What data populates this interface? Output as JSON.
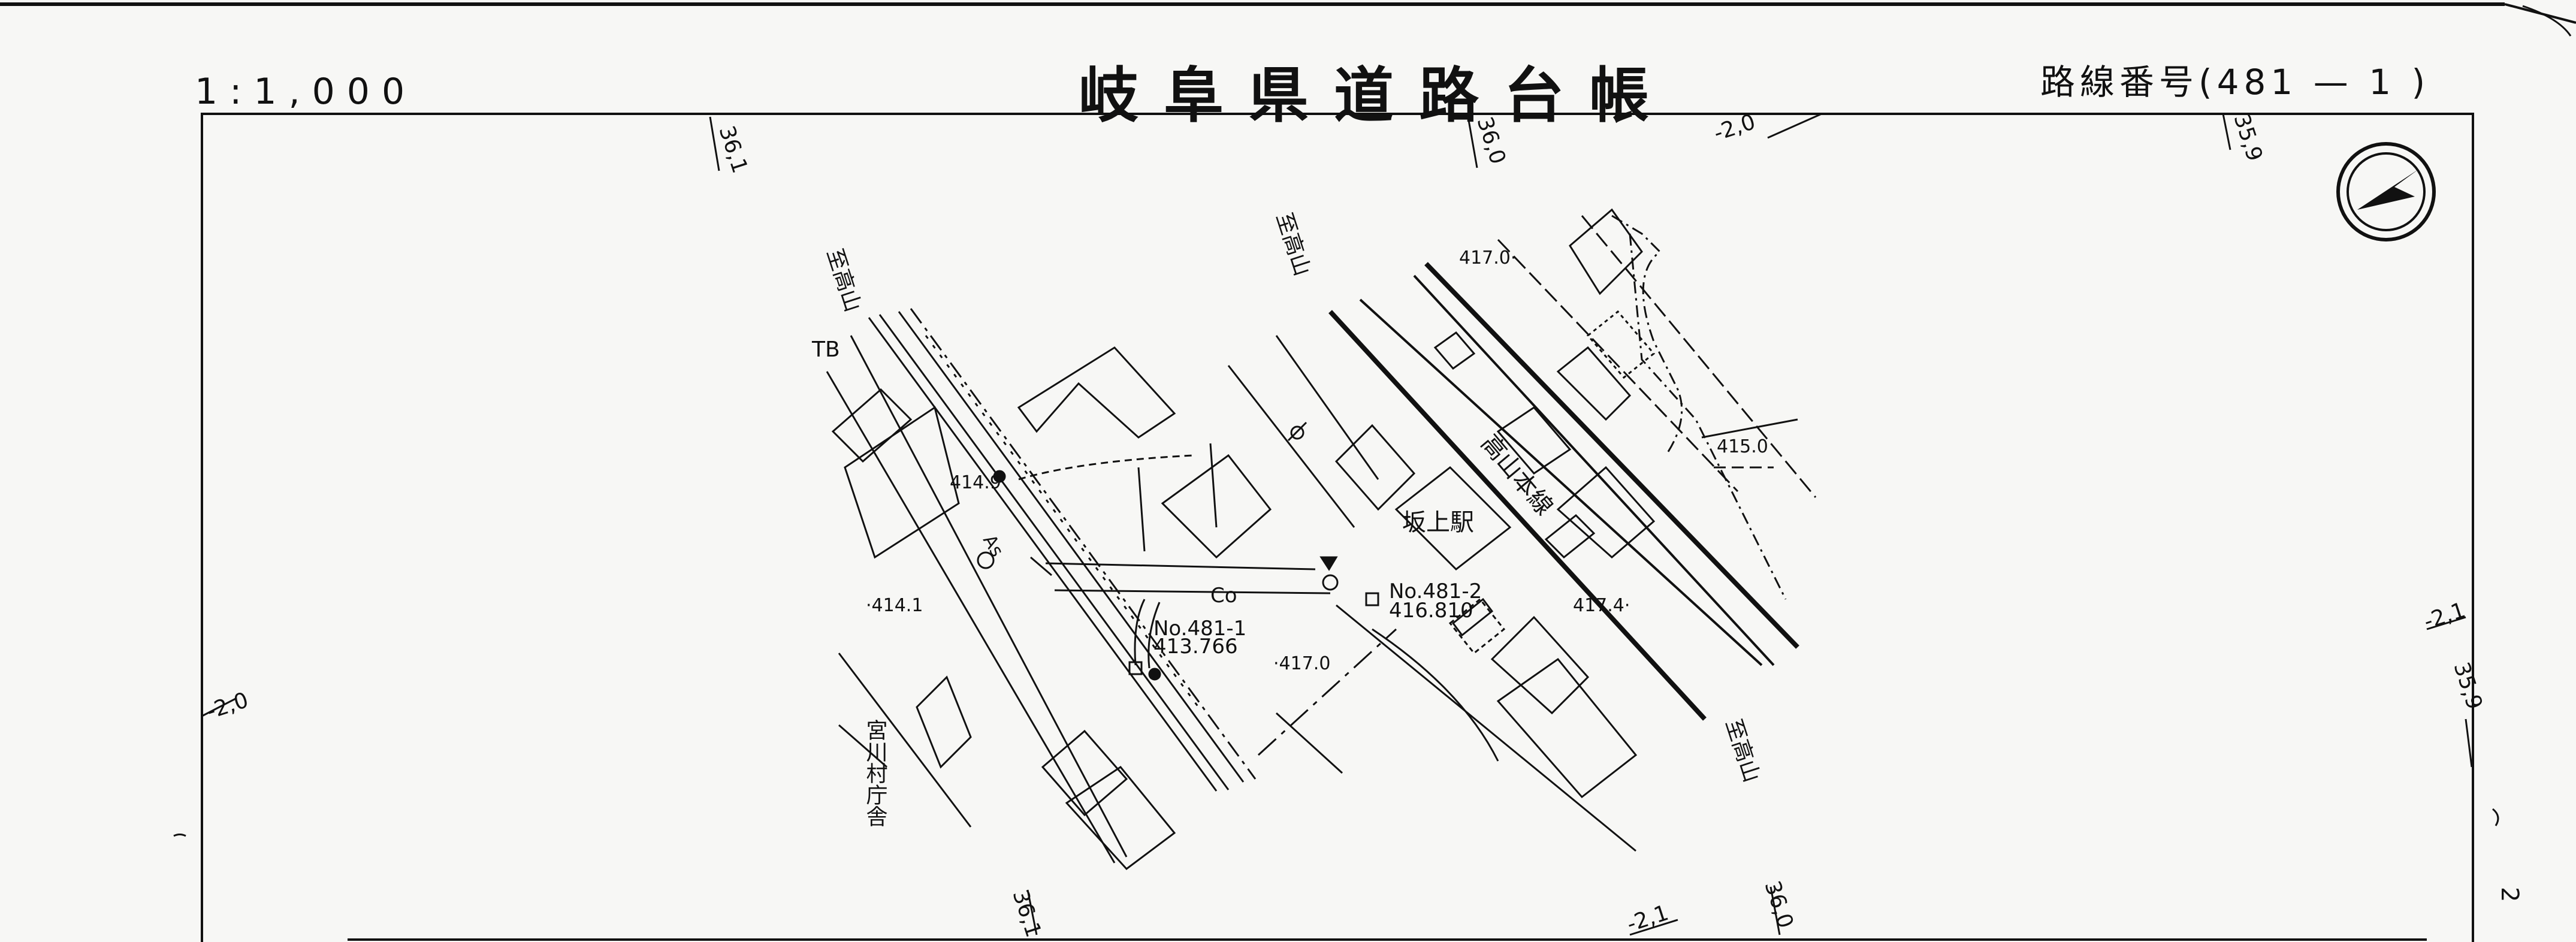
{
  "header": {
    "scale": "1:1,000",
    "title": "岐阜県道路台帳",
    "route_label": "路線番号(481 — 1 )"
  },
  "grid_labels": {
    "top_36_1": "36,1",
    "top_36_0": "36,0",
    "top_m2_0": "-2,0",
    "top_35_9": "35,9",
    "left_m2_0": "-2,0",
    "right_m2_1": "-2,1",
    "right_35_9": "35,9",
    "bottom_36_1": "36,1",
    "bottom_m2_1": "-2,1",
    "bottom_36_0": "36,0"
  },
  "map_labels": {
    "to_takayama_1": "至高山",
    "to_takayama_2": "至高山",
    "to_takayama_3": "至高山",
    "tb": "TB",
    "elev_4149": "414.9",
    "elev_4141": "·414.1",
    "as_label": "As",
    "co_label": "Co",
    "elev_4170_center": "·417.0",
    "elev_4170_top": "417.0·",
    "elev_4150": "415.0",
    "elev_4174": "417.4·",
    "bm1_no": "No.481-1",
    "bm1_value": "413.766",
    "bm2_no": "No.481-2",
    "bm2_value": "416.810",
    "station": "坂上駅",
    "rail_line": "高山本線",
    "village_office": "宮川村庁舎",
    "margin_mark": "2"
  }
}
